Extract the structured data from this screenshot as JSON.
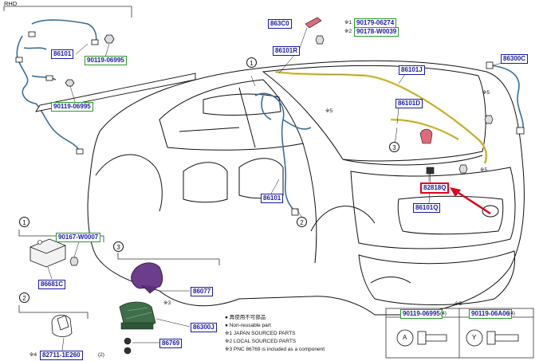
{
  "header": {
    "variant": "RHD"
  },
  "part_labels": {
    "p86101_left": "86101",
    "p90119_06995_top": "90119-06995",
    "p90119_06995_left": "90119-06995",
    "p863C0": "863C0",
    "p90179_06274": "90179-06274",
    "p90178_W0039": "90178-W0039",
    "p86101R": "86101R",
    "p86300C": "86300C",
    "p86101J": "86101J",
    "p86101D": "86101D",
    "p86101_mid": "86101",
    "p82818Q": "82818Q",
    "p86101Q": "86101Q",
    "p90167_W0007": "90167-W0007",
    "p86681C": "86681C",
    "p86077": "86077",
    "p86300J": "86300J",
    "p86769": "86769",
    "p82711_1E260": "82711-1E260"
  },
  "markers": {
    "star1": "※1",
    "star2": "※2",
    "star3": "※3",
    "star4": "※4",
    "star5": "※5",
    "qty2": "(2)",
    "qty4": "(4)"
  },
  "callouts": {
    "c1": "1",
    "c2": "2",
    "c3": "3"
  },
  "legend": {
    "reuse_jp": "● 再使用不可部品",
    "non_reusable": "● Non-reusable part",
    "note1": "※1 JAPAN SOURCED PARTS",
    "note2": "※2 LOCAL SOURCED PARTS",
    "note3": "※3 PNC 86769 is included as a component"
  },
  "fastener_table": {
    "header": "※5",
    "col_a_part": "90119-06995",
    "col_a_qty": "(4)",
    "col_a_mark": "A",
    "col_b_part": "90119-06A06",
    "col_b_qty": "(4)",
    "col_b_mark": "Y"
  },
  "colors": {
    "part_label_blue": "#1a1aa6",
    "bolt_label_green": "#2a9a2a",
    "highlight_red": "#e0001a",
    "antenna_purple": "#6b3d8a",
    "antenna_base_green": "#3f6e4a",
    "harness_yellow": "#e9d96b",
    "harness_blue": "#3a6f9a"
  },
  "icons": [
    "bolt-icon",
    "clip-icon",
    "antenna-icon",
    "amplifier-icon",
    "connector-icon",
    "arrow-icon"
  ]
}
